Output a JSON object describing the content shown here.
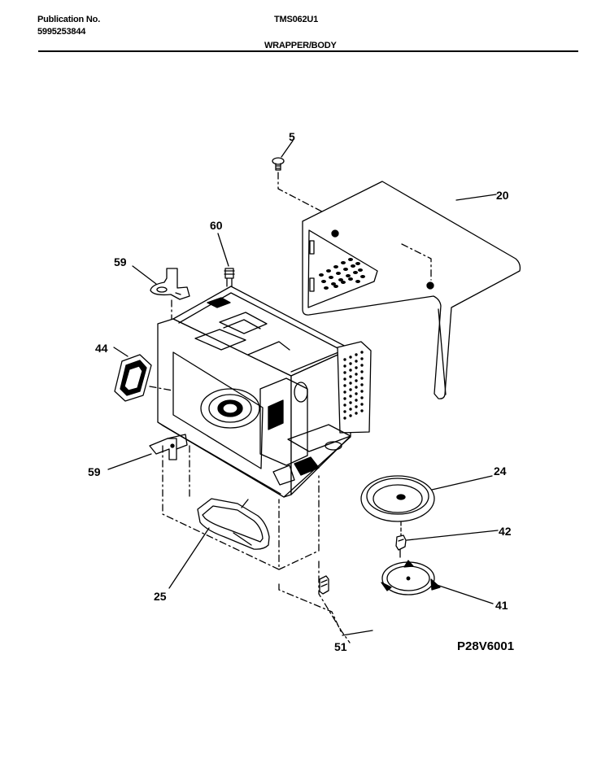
{
  "header": {
    "publication_label": "Publication No.",
    "publication_number": "5995253844",
    "model": "TMS062U1",
    "section_title": "WRAPPER/BODY"
  },
  "diagram": {
    "reference_code": "P28V6001",
    "callouts": [
      "5",
      "20",
      "60",
      "59",
      "44",
      "59",
      "24",
      "42",
      "25",
      "41",
      "51"
    ]
  }
}
